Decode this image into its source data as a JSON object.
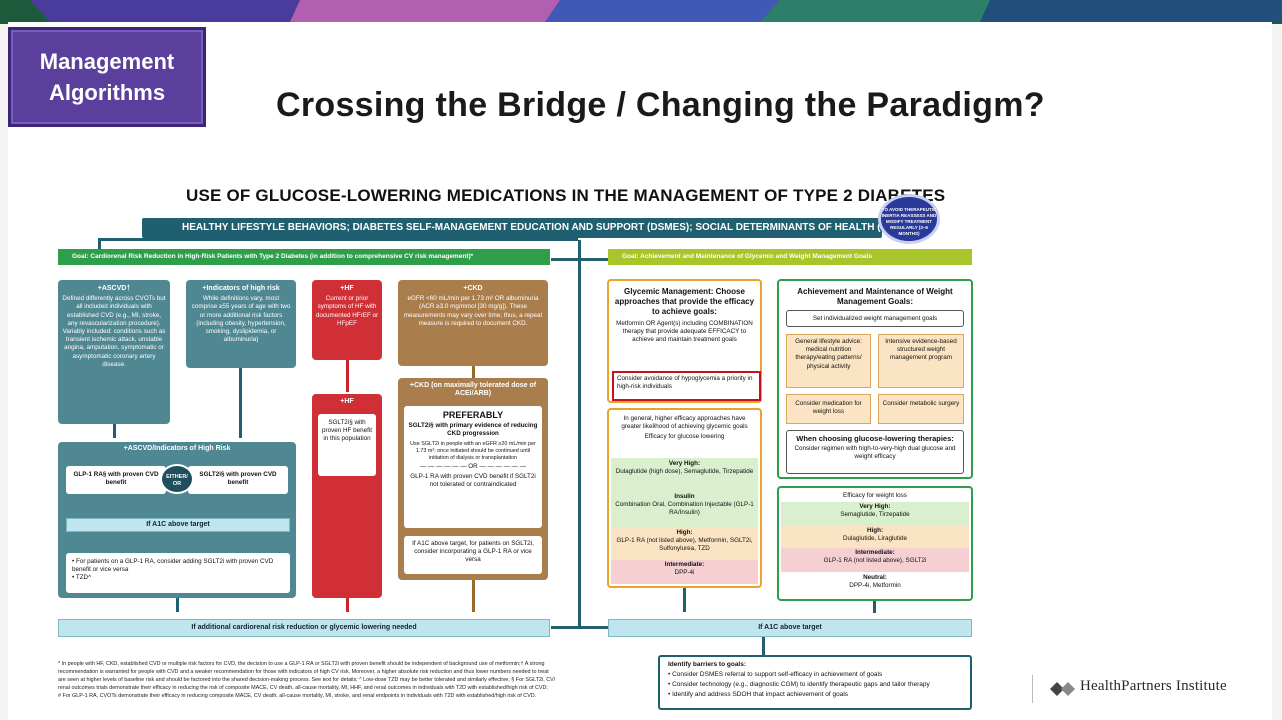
{
  "badge": {
    "line1": "Management",
    "line2": "Algorithms"
  },
  "slide_title": "Crossing the Bridge / Changing the Paradigm?",
  "chart_title": "USE OF GLUCOSE-LOWERING MEDICATIONS IN THE MANAGEMENT OF TYPE 2 DIABETES",
  "banner": "HEALTHY LIFESTYLE BEHAVIORS; DIABETES SELF-MANAGEMENT EDUCATION AND SUPPORT (DSMES); SOCIAL DETERMINANTS OF HEALTH (SDOH)",
  "seal": "TO AVOID THERAPEUTIC INERTIA REASSESS AND MODIFY TREATMENT REGULARLY (3–6 MONTHS)",
  "left": {
    "goal": "Goal: Cardiorenal Risk Reduction in High-Risk Patients with Type 2 Diabetes (in addition to comprehensive CV risk management)*",
    "ascvd": {
      "head": "+ASCVD†",
      "body": "Defined differently across CVOTs but all included individuals with established CVD (e.g., MI, stroke, any revascularization procedure). Variably included: conditions such as transient ischemic attack, unstable angina, amputation, symptomatic or asymptomatic coronary artery disease."
    },
    "risk": {
      "head": "+Indicators of high risk",
      "body": "While definitions vary, most comprise ≥55 years of age with two or more additional risk factors (including obesity, hypertension, smoking, dyslipidemia, or albuminuria)"
    },
    "hf": {
      "head": "+HF",
      "body": "Current or prior symptoms of HF with documented HFrEF or HFpEF"
    },
    "ckd": {
      "head": "+CKD",
      "body": "eGFR <60 mL/min per 1.73 m² OR albuminuria (ACR ≥3.0 mg/mmol [30 mg/g]). These measurements may vary over time; thus, a repeat measure is required to document CKD."
    },
    "ascvd_group": {
      "head": "+ASCVD/Indicators of High Risk",
      "glp": "GLP-1 RA§ with proven CVD benefit",
      "either": "EITHER/ OR",
      "sglt": "SGLT2i§ with proven CVD benefit",
      "a1c": "If A1C above target",
      "bullet1": "For patients on a GLP-1 RA, consider adding SGLT2i with proven CVD benefit or vice versa",
      "bullet2": "TZD^"
    },
    "hf2": {
      "head": "+HF",
      "body": "SGLT2i§ with proven HF benefit in this population"
    },
    "ckd2": {
      "head": "+CKD (on maximally tolerated dose of ACEi/ARB)",
      "preferably": "PREFERABLY",
      "p1": "SGLT2i§ with primary evidence of reducing CKD progression",
      "p2": "Use SGLT2i in people with an eGFR ≥20 mL/min per 1.73 m²; once initiated should be continued until initiation of dialysis or transplantation",
      "or": "— — — — — — OR — — — — — —",
      "p3": "GLP-1 RA with proven CVD benefit if SGLT2i not tolerated or contraindicated",
      "a1c": "If A1C above target, for patients on SGLT2i, consider incorporating a GLP-1 RA or vice versa"
    },
    "bottom": "If additional cardiorenal risk reduction or glycemic lowering needed"
  },
  "right": {
    "goal": "Goal: Achievement and Maintenance of Glycemic and Weight Management Goals",
    "glycemic": {
      "head": "Glycemic Management: Choose approaches that provide the efficacy to achieve goals:",
      "body": "Metformin OR Agent(s) including COMBINATION therapy that provide adequate EFFICACY to achieve and maintain treatment goals",
      "hypo": "Consider avoidance of hypoglycemia a priority in high-risk individuals",
      "general": "In general, higher efficacy approaches have greater likelihood of achieving glycemic goals",
      "eff_title": "Efficacy for glucose lowering",
      "vh_label": "Very High:",
      "vh_drugs": "Dulaglutide (high dose), Semaglutide, Tirzepatide",
      "ins_label": "Insulin",
      "combo": "Combination Oral, Combination Injectable (GLP-1 RA/Insulin)",
      "high_label": "High:",
      "high_drugs": "GLP-1 RA (not listed above), Metformin, SGLT2i, Sulfonylurea, TZD",
      "inter_label": "Intermediate:",
      "inter_drugs": "DPP-4i"
    },
    "weight": {
      "head": "Achievement and Maintenance of Weight Management Goals:",
      "set": "Set individualized weight management goals",
      "lifestyle": "General lifestyle advice: medical nutrition therapy/eating patterns/ physical activity",
      "intensive": "Intensive evidence-based structured weight management program",
      "med": "Consider medication for weight loss",
      "surgery": "Consider metabolic surgery",
      "when": "When choosing glucose-lowering therapies:",
      "regimen": "Consider regimen with high-to-very-high dual glucose and weight efficacy",
      "eff_title": "Efficacy for weight loss",
      "vh_label": "Very High:",
      "vh_drugs": "Semaglutide, Tirzepatide",
      "high_label": "High:",
      "high_drugs": "Dulaglutide, Liraglutide",
      "inter_label": "Intermediate:",
      "inter_drugs": "GLP-1 RA (not listed above), SGLT2i",
      "neutral_label": "Neutral:",
      "neutral_drugs": "DPP-4i, Metformin"
    },
    "bottom": "If A1C above target",
    "barriers": {
      "head": "Identify barriers to goals:",
      "b1": "Consider DSMES referral to support self-efficacy in achievement of goals",
      "b2": "Consider technology (e.g., diagnostic CGM) to identify therapeutic gaps and tailor therapy",
      "b3": "Identify and address SDOH that impact achievement of goals"
    }
  },
  "footnotes": [
    "* In people with HF, CKD, established CVD or multiple risk factors for CVD, the decision to use a GLP-1 RA or SGLT2i with proven benefit should be independent of background use of metformin;† A strong",
    "recommendation is warranted for people with CVD and a weaker recommendation for those with indicators of high CV risk. Moreover, a higher absolute risk reduction and thus lower numbers needed to treat",
    "are seen at higher levels of baseline risk and should be factored into the shared decision-making process. See text for details; ^ Low-dose TZD may be better tolerated and similarly effective; § For SGLT2i, CV/",
    "renal outcomes trials demonstrate their efficacy in reducing the risk of composite MACE, CV death, all-cause mortality, MI, HHF, and renal outcomes in individuals with T2D with established/high risk of CVD;",
    "# For GLP-1 RA, CVOTs demonstrate their efficacy in reducing composite MACE, CV death, all-cause mortality, MI, stroke, and renal endpoints in individuals with T2D with established/high risk of CVD."
  ],
  "logo": "HealthPartners Institute",
  "colors": {
    "badge": "#5b3f9c",
    "teal": "#4f8792",
    "red": "#d02f36",
    "tan": "#a97e4c",
    "green": "#2f9e4b",
    "lime": "#a8c52a",
    "orange": "#e8a32a",
    "navy": "#1f5f6f"
  }
}
